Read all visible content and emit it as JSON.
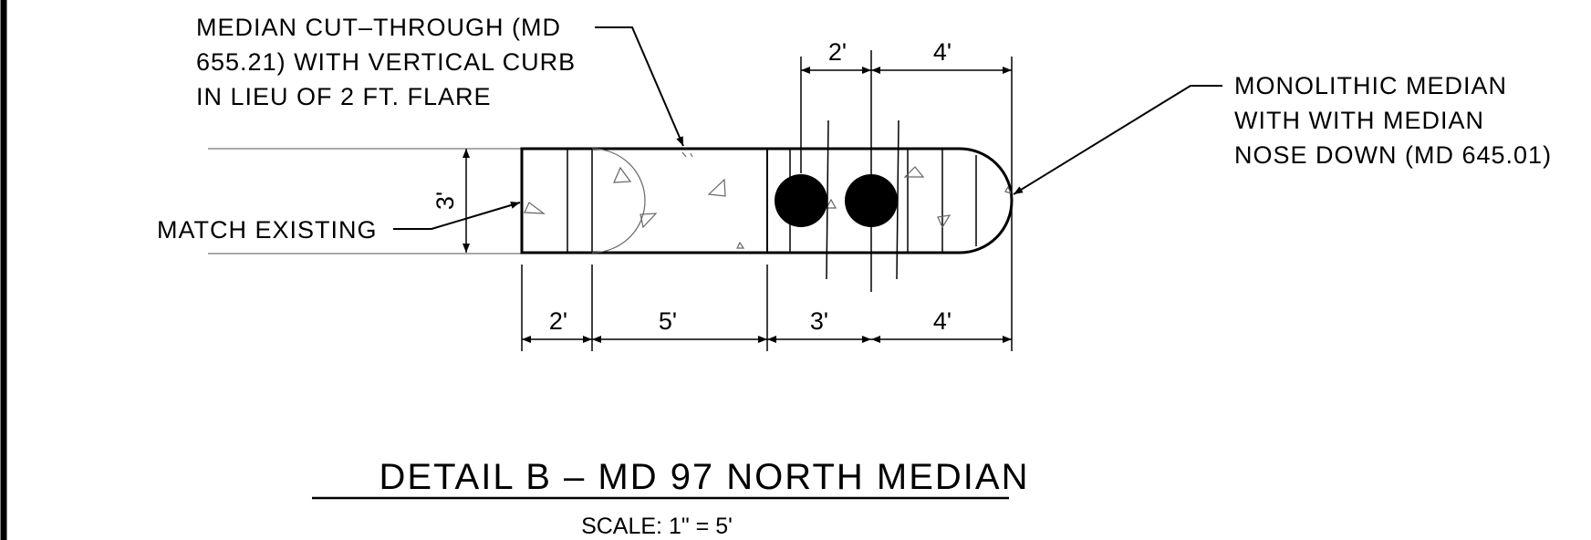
{
  "annotations": {
    "median_cut": [
      "MEDIAN CUT–THROUGH (MD",
      "655.21) WITH VERTICAL CURB",
      "IN LIEU OF 2 FT. FLARE"
    ],
    "monolithic": [
      "MONOLITHIC MEDIAN",
      "WITH WITH MEDIAN",
      "NOSE DOWN (MD 645.01)"
    ],
    "match_existing": "MATCH EXISTING"
  },
  "dimensions": {
    "top_a": "2'",
    "top_b": "4'",
    "height": "3'",
    "bottom": [
      "2'",
      "5'",
      "3'",
      "4'"
    ]
  },
  "title": "DETAIL B – MD 97 NORTH MEDIAN",
  "scale": "SCALE: 1\" = 5'"
}
